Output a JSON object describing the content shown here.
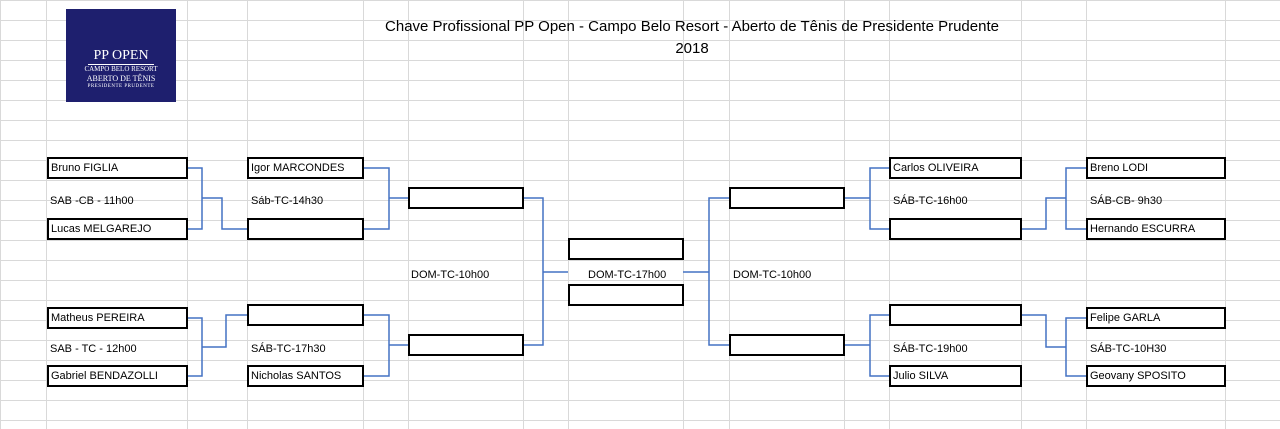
{
  "header": {
    "title_line1": "Chave Profissional PP Open - Campo Belo Resort - Aberto de Tênis de Presidente Prudente",
    "title_line2": "2018"
  },
  "logo": {
    "main": "PP OPEN",
    "sub1": "CAMPO BELO RESORT",
    "sub2": "ABERTO DE TÊNIS",
    "sub3": "PRESIDENTE   PRUDENTE",
    "background": "#1e1f6e"
  },
  "colors": {
    "connector": "#4472c4",
    "cell_border": "#000000",
    "grid": "#d9d9d9"
  },
  "left": {
    "r1": [
      {
        "p1": "Bruno FIGLIA",
        "p2": "Lucas MELGAREJO",
        "time": "SAB -CB - 11h00"
      },
      {
        "p1": "Matheus PEREIRA",
        "p2": "Gabriel BENDAZOLLI",
        "time": "SAB - TC - 12h00"
      }
    ],
    "r2": [
      {
        "p1": "Igor MARCONDES",
        "p2": "",
        "time": "Sáb-TC-14h30"
      },
      {
        "p1": "",
        "p2": "Nicholas SANTOS",
        "time": "SÁB-TC-17h30"
      }
    ],
    "semi": {
      "p1": "",
      "p2": "",
      "time": "DOM-TC-10h00"
    }
  },
  "final": {
    "p1": "",
    "p2": "",
    "time": "DOM-TC-17h00"
  },
  "right": {
    "semi": {
      "p1": "",
      "p2": "",
      "time": "DOM-TC-10h00"
    },
    "r2": [
      {
        "p1": "Carlos OLIVEIRA",
        "p2": "",
        "time": "SÁB-TC-16h00"
      },
      {
        "p1": "",
        "p2": "Julio SILVA",
        "time": "SÁB-TC-19h00"
      }
    ],
    "r1": [
      {
        "p1": "Breno LODI",
        "p2": "Hernando ESCURRA",
        "time": "SÁB-CB- 9h30"
      },
      {
        "p1": "Felipe GARLA",
        "p2": "Geovany SPOSITO",
        "time": "SÁB-TC-10H30"
      }
    ]
  }
}
